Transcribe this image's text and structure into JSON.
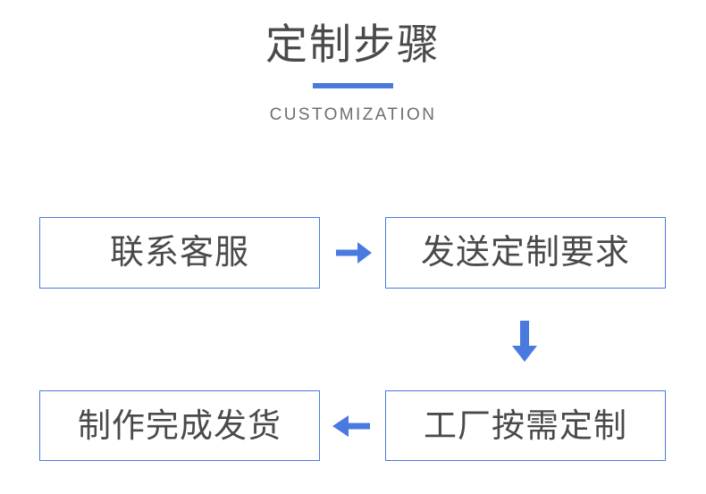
{
  "header": {
    "title": "定制步骤",
    "subtitle": "CUSTOMIZATION",
    "divider_color": "#4a7ae0",
    "title_color": "#4a4a4a",
    "subtitle_color": "#6e6e6e"
  },
  "flow": {
    "accent_color": "#4a7ae0",
    "box_text_color": "#4a4a4a",
    "steps": [
      {
        "id": 1,
        "label": "联系客服"
      },
      {
        "id": 2,
        "label": "发送定制要求"
      },
      {
        "id": 3,
        "label": "工厂按需定制"
      },
      {
        "id": 4,
        "label": "制作完成发货"
      }
    ],
    "connectors": [
      {
        "name": "arrow-right-icon",
        "direction": "right",
        "from": 1,
        "to": 2
      },
      {
        "name": "arrow-down-icon",
        "direction": "down",
        "from": 2,
        "to": 3
      },
      {
        "name": "arrow-left-icon",
        "direction": "left",
        "from": 3,
        "to": 4
      }
    ]
  }
}
